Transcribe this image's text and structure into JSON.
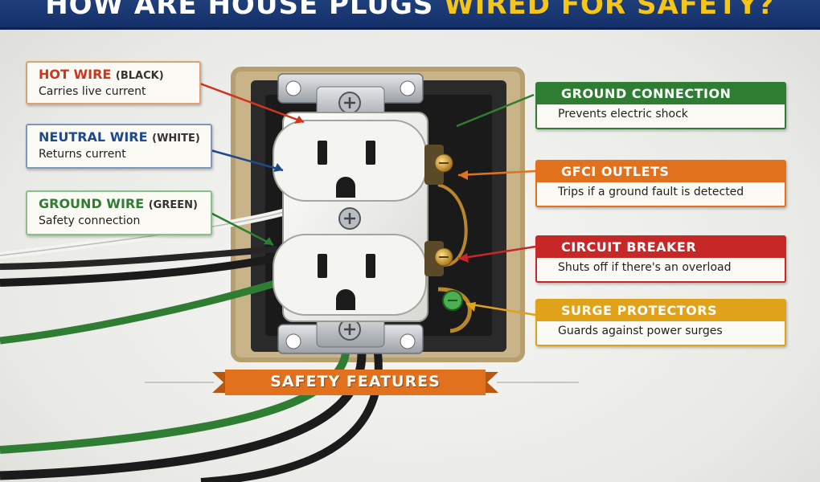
{
  "title": {
    "main": "HOW ARE HOUSE PLUGS ",
    "accent": "WIRED FOR SAFETY?"
  },
  "left_labels": [
    {
      "title": "HOT WIRE",
      "paren": "(BLACK)",
      "desc": "Carries live current",
      "color": "#d0341c"
    },
    {
      "title": "NEUTRAL WIRE",
      "paren": "(WHITE)",
      "desc": "Returns current",
      "color": "#1f4a8a"
    },
    {
      "title": "GROUND WIRE",
      "paren": "(GREEN)",
      "desc": "Safety connection",
      "color": "#2e7d32"
    }
  ],
  "right_labels": [
    {
      "title": "GROUND CONNECTION",
      "desc": "Prevents electric shock",
      "color": "#2e7d32"
    },
    {
      "title": "GFCI OUTLETS",
      "desc": "Trips if a ground fault is detected",
      "color": "#e2711d"
    },
    {
      "title": "CIRCUIT BREAKER",
      "desc": "Shuts off if there's an overload",
      "color": "#c62828"
    },
    {
      "title": "SURGE PROTECTORS",
      "desc": "Guards against power surges",
      "color": "#e0a21a"
    }
  ],
  "banner": {
    "text": "SAFETY FEATURES",
    "color": "#e2711d"
  }
}
